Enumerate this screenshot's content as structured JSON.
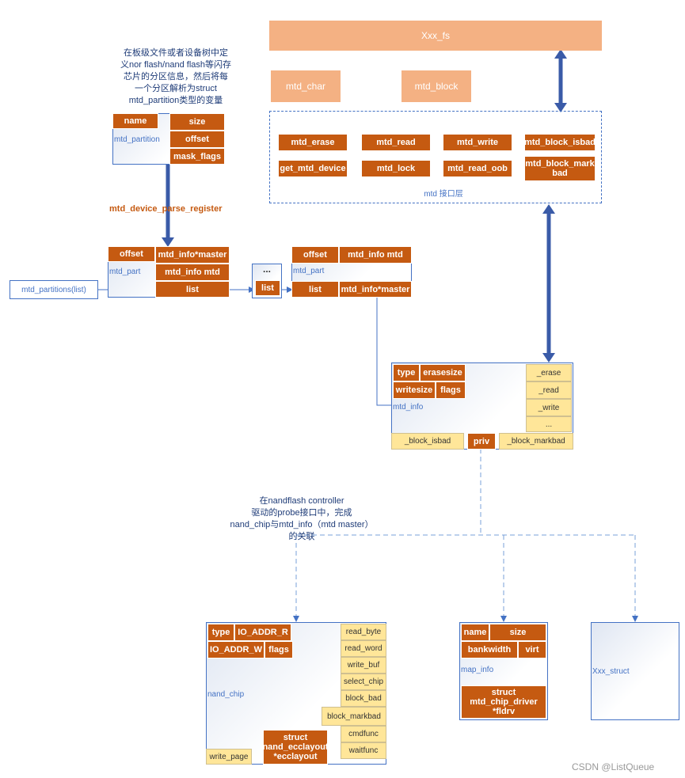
{
  "xxx_fs": "Xxx_fs",
  "mtd_char": "mtd_char",
  "mtd_block": "mtd_block",
  "mtd_layer": {
    "title": "mtd 接口层",
    "items": [
      "mtd_erase",
      "mtd_read",
      "mtd_write",
      "mtd_block_isbad",
      "get_mtd_device",
      "mtd_lock",
      "mtd_read_oob",
      "mtd_block_mark bad"
    ]
  },
  "note_top": [
    "在板级文件或者设备树中定",
    "义nor flash/nand flash等闪存",
    "芯片的分区信息，然后将每",
    "一个分区解析为struct",
    "mtd_partition类型的变量"
  ],
  "mtd_partition": {
    "label": "mtd_partition",
    "name": "name",
    "size": "size",
    "offset": "offset",
    "mask_flags": "mask_flags"
  },
  "register_fn": "mtd_device_parse_register",
  "mtd_part1": {
    "label": "mtd_part",
    "offset": "offset",
    "master": "mtd_info*master",
    "mtd": "mtd_info mtd",
    "list": "list"
  },
  "mtd_partitions_list": "mtd_partitions(list)",
  "dots_list": {
    "dots": "...",
    "list": "list"
  },
  "mtd_part2": {
    "label": "mtd_part",
    "offset": "offset",
    "mtd": "mtd_info mtd",
    "list": "list",
    "master": "mtd_info*master"
  },
  "mtd_info": {
    "label": "mtd_info",
    "type": "type",
    "erasesize": "erasesize",
    "writesize": "writesize",
    "flags": "flags",
    "ops": [
      "_erase",
      "_read",
      "_write",
      "..."
    ],
    "block_isbad": "_block_isbad",
    "priv": "priv",
    "block_markbad": "_block_markbad"
  },
  "note_mid": [
    "在nandflash controller",
    "驱动的probe接口中，完成",
    "nand_chip与mtd_info（mtd master）",
    "的关联"
  ],
  "nand_chip": {
    "label": "nand_chip",
    "type": "type",
    "io_addr_r": "IO_ADDR_R",
    "io_addr_w": "IO_ADDR_W",
    "flags": "flags",
    "funcs": [
      "read_byte",
      "read_word",
      "write_buf",
      "select_chip",
      "block_bad",
      "block_markbad",
      "cmdfunc",
      "waitfunc"
    ],
    "write_page": "write_page",
    "ecclayout": "struct nand_ecclayout *ecclayout"
  },
  "map_info": {
    "label": "map_info",
    "name": "name",
    "size": "size",
    "bankwidth": "bankwidth",
    "virt": "virt",
    "fldrv": "struct mtd_chip_driver *fldrv"
  },
  "xxx_struct": "Xxx_struct",
  "watermark": "CSDN @ListQueue",
  "colors": {
    "peach": "#f4b183",
    "orange": "#c55a11",
    "yellow": "#ffe699",
    "blue": "#4472c4",
    "arrow": "#3a5ba8"
  }
}
